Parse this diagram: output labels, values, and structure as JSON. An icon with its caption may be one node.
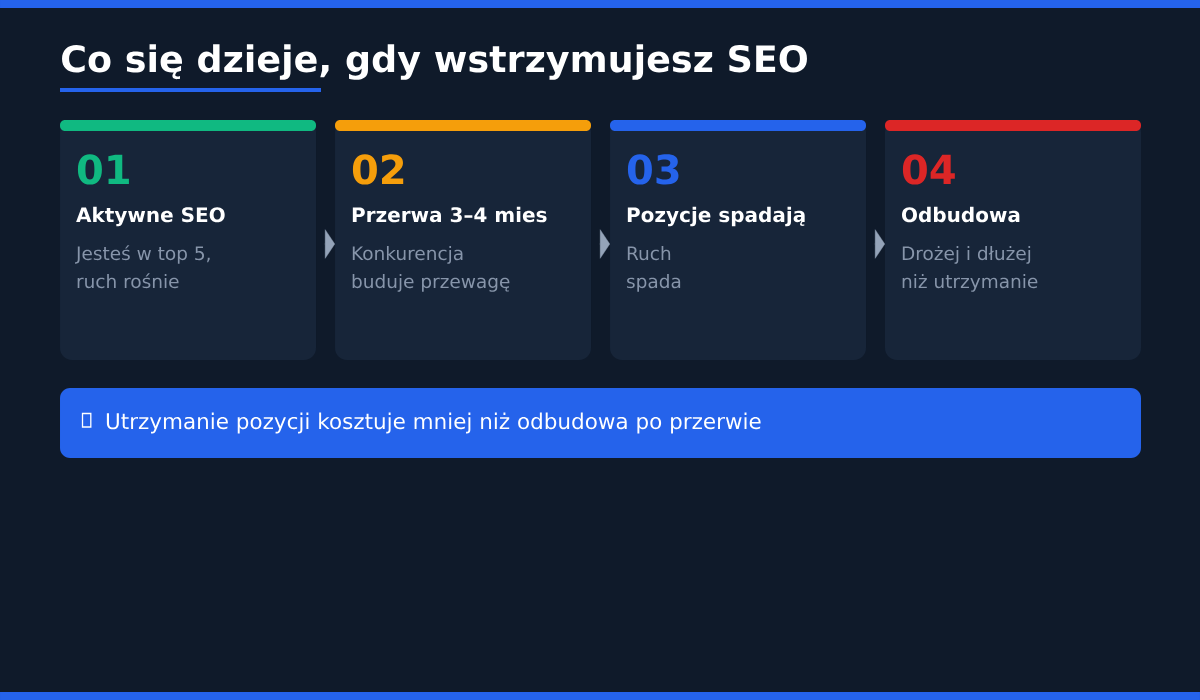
{
  "diagram": {
    "title": "Co się dzieje, gdy wstrzymujesz SEO",
    "nodes": [
      {
        "text": [
          "01",
          "Aktywne SEO",
          "Jesteś w top 5, ruch rośnie"
        ]
      },
      {
        "text": [
          "02",
          "Przerwa 3–4 mies",
          "Konkurencja buduje przewagę"
        ]
      },
      {
        "text": [
          "03",
          "Pozycje spadają",
          "Ruch spada"
        ]
      },
      {
        "text": [
          "04",
          "Odbudowa",
          "Drożej i dłużej niż utrzymanie"
        ]
      },
      {
        "text": [
          "Utrzymanie pozycji kosztuje mniej niż odbudowa po przerwie"
        ]
      }
    ],
    "edges": [
      {
        "from": 0,
        "to": 1,
        "arrow": "to"
      },
      {
        "from": 1,
        "to": 2,
        "arrow": "to"
      },
      {
        "from": 2,
        "to": 3,
        "arrow": "to"
      }
    ]
  }
}
